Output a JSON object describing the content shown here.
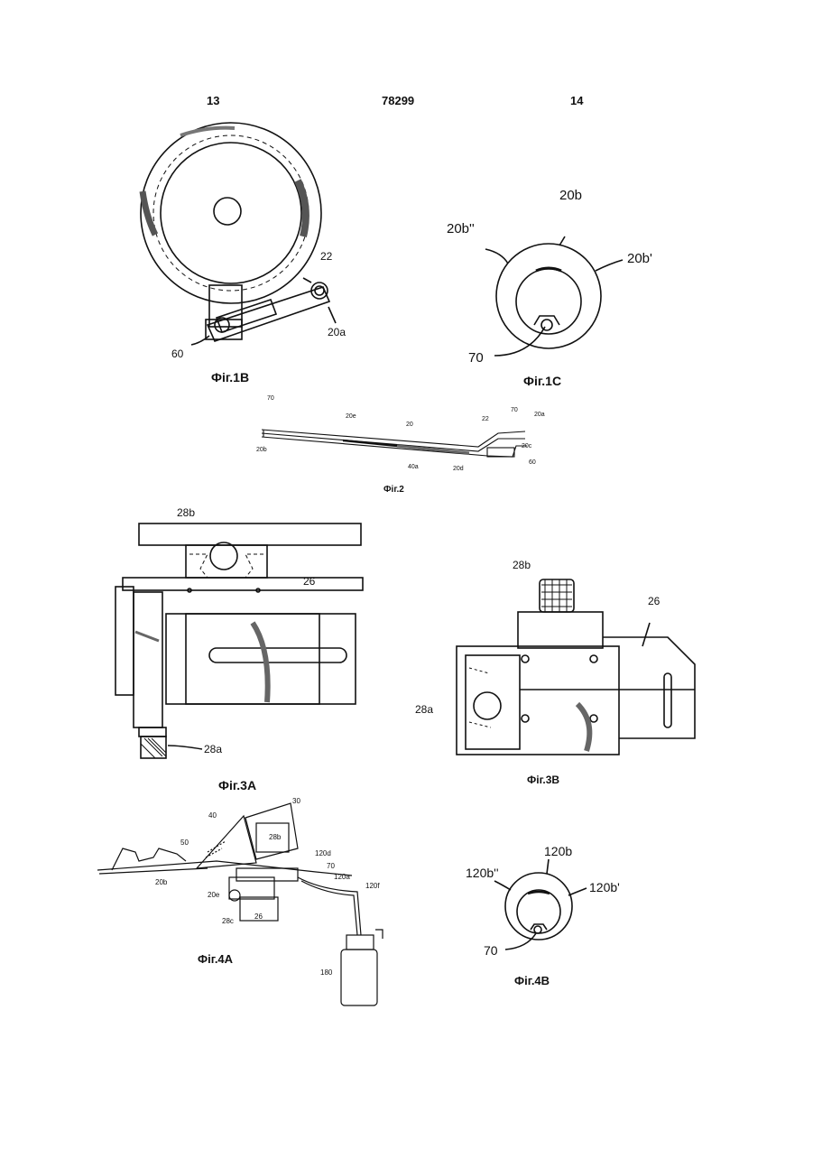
{
  "header": {
    "page_left": "13",
    "doc_number": "78299",
    "page_right": "14"
  },
  "figures": {
    "fig1b": {
      "caption": "Фіг.1В",
      "labels": [
        "22",
        "20a",
        "60"
      ]
    },
    "fig1c": {
      "caption": "Фіг.1С",
      "labels": [
        "20b",
        "20b''",
        "20b'",
        "70"
      ]
    },
    "fig2": {
      "caption": "Фіг.2",
      "labels": [
        "70",
        "20e",
        "20",
        "22",
        "70",
        "20a",
        "20c",
        "20b",
        "40a",
        "20d",
        "60"
      ]
    },
    "fig3a": {
      "caption": "Фіг.3А",
      "labels": [
        "28b",
        "26",
        "28a"
      ]
    },
    "fig3b": {
      "caption": "Фіг.3В",
      "labels": [
        "28b",
        "26",
        "28a"
      ]
    },
    "fig4a": {
      "caption": "Фіг.4А",
      "labels": [
        "30",
        "40",
        "50",
        "28b",
        "120d",
        "70",
        "120a",
        "120f",
        "20b",
        "20e",
        "28c",
        "26",
        "180"
      ]
    },
    "fig4b": {
      "caption": "Фіг.4В",
      "labels": [
        "120b",
        "120b''",
        "120b'",
        "70"
      ]
    }
  }
}
